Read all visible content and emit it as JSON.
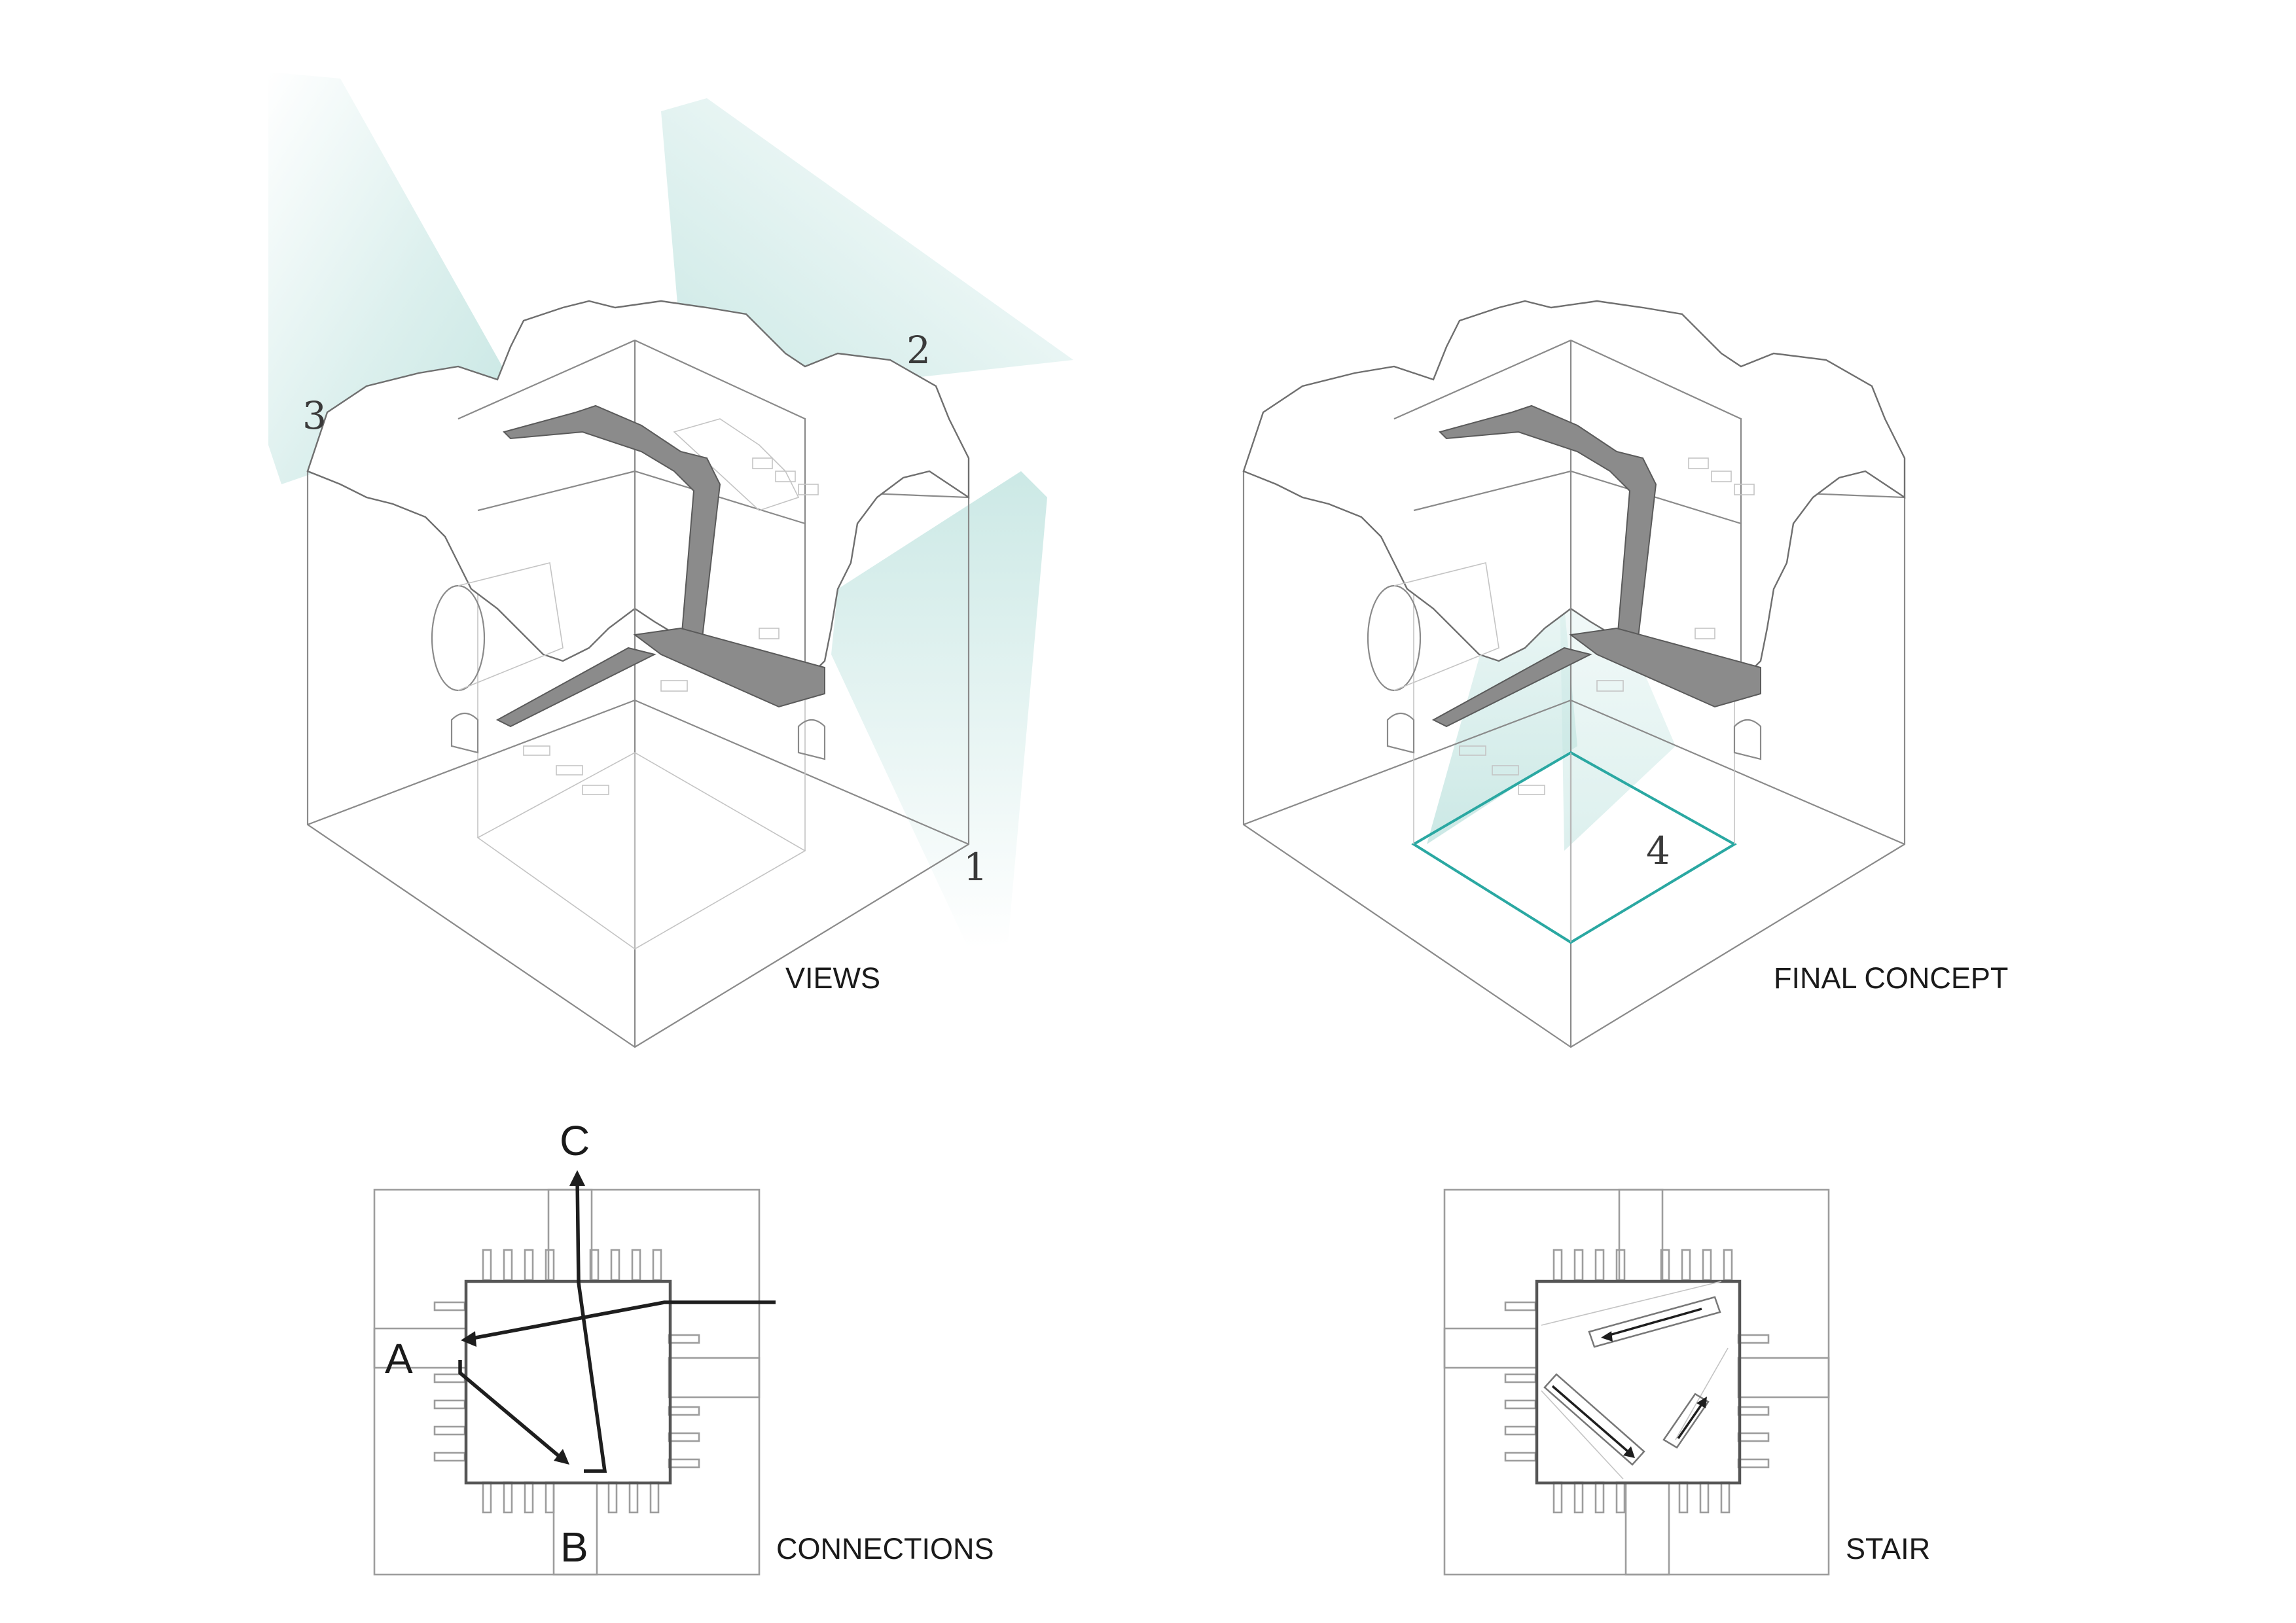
{
  "labels": {
    "views": "VIEWS",
    "final_concept": "FINAL CONCEPT",
    "connections": "CONNECTIONS",
    "stair": "STAIR"
  },
  "view_numbers": {
    "one": "1",
    "two": "2",
    "three": "3",
    "four": "4"
  },
  "connection_points": {
    "a": "A",
    "b": "B",
    "c": "C"
  },
  "colors": {
    "view_cone": "#bfe3df",
    "highlight": "#2aa8a2",
    "stair": "#8b8b8b",
    "line": "#8a8a8a"
  }
}
